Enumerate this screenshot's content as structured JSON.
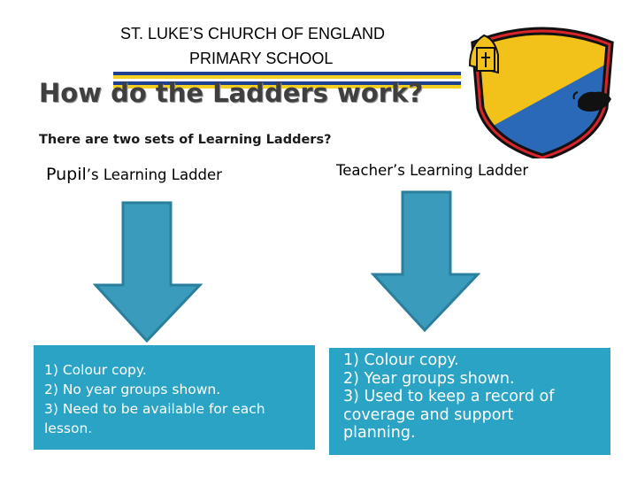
{
  "banner": {
    "line1": "ST. LUKE’S CHURCH OF ENGLAND",
    "line2": "PRIMARY SCHOOL",
    "colors": {
      "blue": "#1f3f8f",
      "yellow": "#f2cf20"
    }
  },
  "crest": {
    "icon": "school-crest-shield",
    "colors": {
      "gold": "#f2c21a",
      "blue": "#2a68b8",
      "black": "#111111",
      "red": "#d8242a"
    }
  },
  "heading": "How do the Ladders work?",
  "subheading": "There are two sets of Learning Ladders?",
  "columns": [
    {
      "title_first": "Pupil",
      "title_rest": "’s Learning Ladder",
      "arrow_icon": "down-arrow-icon",
      "points": [
        "1) Colour copy.",
        "2) No year groups shown.",
        "3) Need to be available for each",
        "lesson."
      ]
    },
    {
      "title": "Teacher’s Learning Ladder",
      "arrow_icon": "down-arrow-icon",
      "points": [
        "1) Colour copy.",
        "2) Year groups shown.",
        "3) Used to keep a record of",
        "coverage and support",
        "planning."
      ]
    }
  ],
  "colors": {
    "box": "#2aa3c4",
    "arrow_fill": "#3a9bbd",
    "arrow_stroke": "#2a7f9c",
    "heading": "#3f3f3f"
  }
}
